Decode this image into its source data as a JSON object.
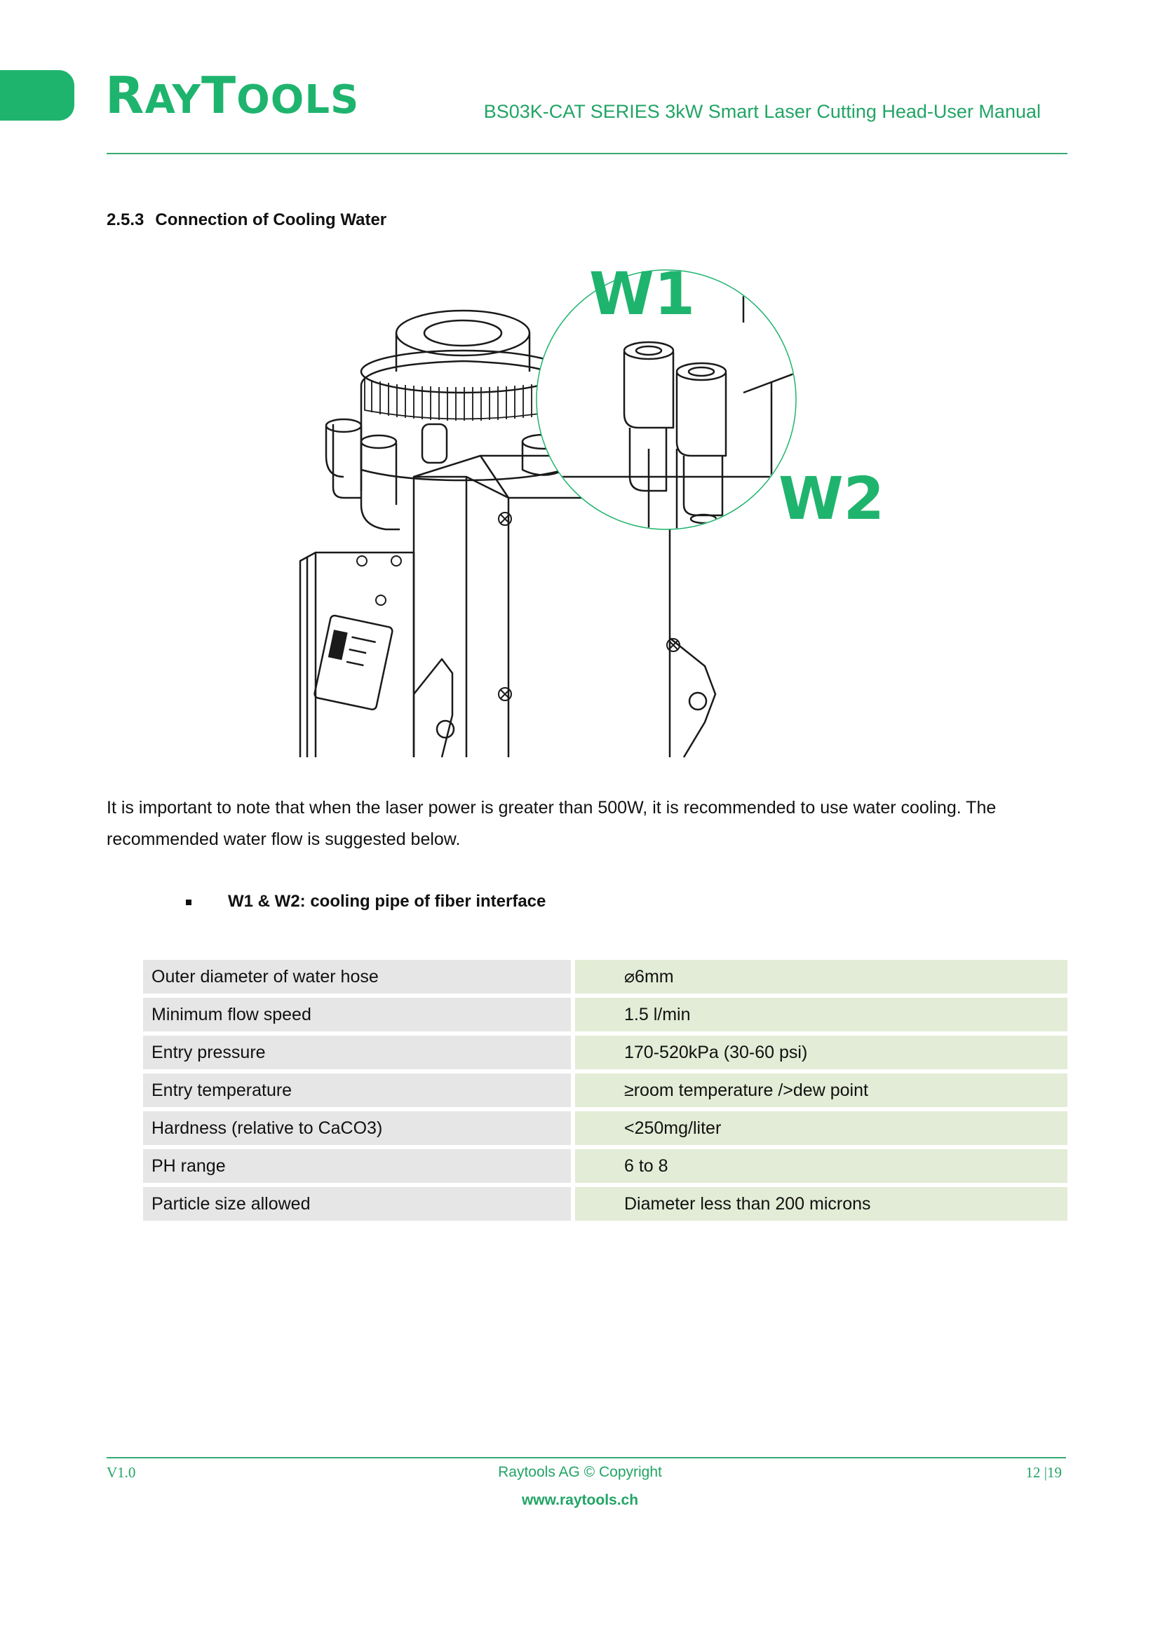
{
  "header": {
    "logo_first": "R",
    "logo_rest": "AY",
    "logo_second": "T",
    "logo_second_rest": "OOLS",
    "doc_title": "BS03K-CAT SERIES 3kW Smart Laser Cutting Head-User Manual"
  },
  "section": {
    "number": "2.5.3",
    "title": "Connection of Cooling Water"
  },
  "figure": {
    "label_w1": "W1",
    "label_w2": "W2",
    "accent_color": "#1fb46e"
  },
  "body": {
    "paragraph": "It is important to note that when the laser power is greater than 500W, it is recommended to use water cooling. The recommended water flow is suggested below.",
    "bullet": "W1 & W2: cooling pipe of fiber interface"
  },
  "table": {
    "rows": [
      {
        "key": "Outer diameter of water hose",
        "value": "⌀6mm"
      },
      {
        "key": "Minimum flow speed",
        "value": "1.5 l/min"
      },
      {
        "key": "Entry pressure",
        "value": "170-520kPa (30-60 psi)"
      },
      {
        "key": "Entry temperature",
        "value": "≥room temperature />dew point"
      },
      {
        "key": "Hardness (relative to CaCO3)",
        "value": "<250mg/liter"
      },
      {
        "key": "PH range",
        "value": "6 to 8"
      },
      {
        "key": "Particle size allowed",
        "value": "Diameter less than 200 microns"
      }
    ]
  },
  "footer": {
    "version": "V1.0",
    "copyright": "Raytools AG © Copyright",
    "url": "www.raytools.ch",
    "page": "12 |19"
  }
}
